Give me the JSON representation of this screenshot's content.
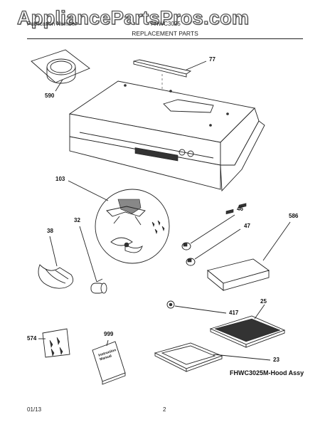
{
  "watermark": "AppliancePartsPros.com",
  "header": {
    "left": "Publication Number",
    "right": "FHWC3025",
    "title": "REPLACEMENT PARTS"
  },
  "callouts": {
    "p77": "77",
    "p590": "590",
    "p103": "103",
    "p46": "46",
    "p586": "586",
    "p38": "38",
    "p32": "32",
    "p47": "47",
    "p25": "25",
    "p417": "417",
    "p999": "999",
    "p574": "574",
    "p23": "23"
  },
  "manual_text": "Instruction Manual",
  "caption": "FHWC3025M-Hood Assy",
  "footer": {
    "date": "01/13",
    "page": "2"
  }
}
